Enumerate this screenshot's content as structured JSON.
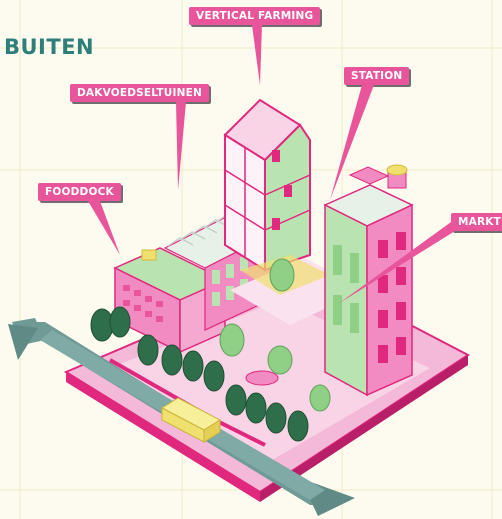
{
  "title": "BUITEN",
  "labels": {
    "vertical_farming": "VERTICAL FARMING",
    "dakvoedseltuinen": "DAKVOEDSELTUINEN",
    "station": "STATION",
    "fooddock": "FOODDOCK",
    "markt": "MARKT"
  },
  "colors": {
    "title": "#2e7e7a",
    "tag": "#e8559b",
    "building_pink": "#f28bc2",
    "building_green": "#b9e3b0",
    "tree": "#2f6e4a",
    "road": "#6f9a95",
    "bus": "#f0e070",
    "grid": "#efe6b8",
    "ground": "#f7c1dc",
    "magenta": "#e0287e"
  }
}
